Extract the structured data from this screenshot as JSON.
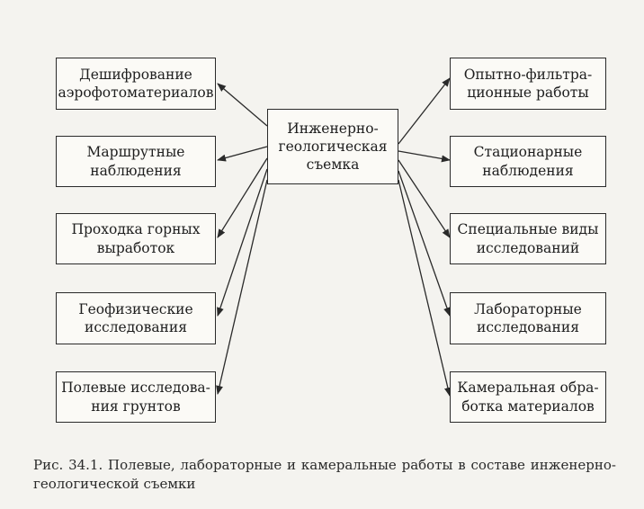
{
  "center": {
    "label": "Инженерно-\nгеологическая\nсъемка"
  },
  "left_boxes": [
    {
      "label": "Дешифрование\nаэрофотоматериалов"
    },
    {
      "label": "Маршрутные\nнаблюдения"
    },
    {
      "label": "Проходка горных\nвыработок"
    },
    {
      "label": "Геофизические\nисследования"
    },
    {
      "label": "Полевые исследова-\nния грунтов"
    }
  ],
  "right_boxes": [
    {
      "label": "Опытно-фильтра-\nционные работы"
    },
    {
      "label": "Стационарные\nнаблюдения"
    },
    {
      "label": "Специальные виды\nисследований"
    },
    {
      "label": "Лабораторные\nисследования"
    },
    {
      "label": "Камеральная обра-\nботка материалов"
    }
  ],
  "caption": "Рис. 34.1. Полевые, лабораторные и камеральные работы в составе инженерно-геологической съемки",
  "colors": {
    "line": "#2a2a2a",
    "background": "#f4f3ef"
  }
}
